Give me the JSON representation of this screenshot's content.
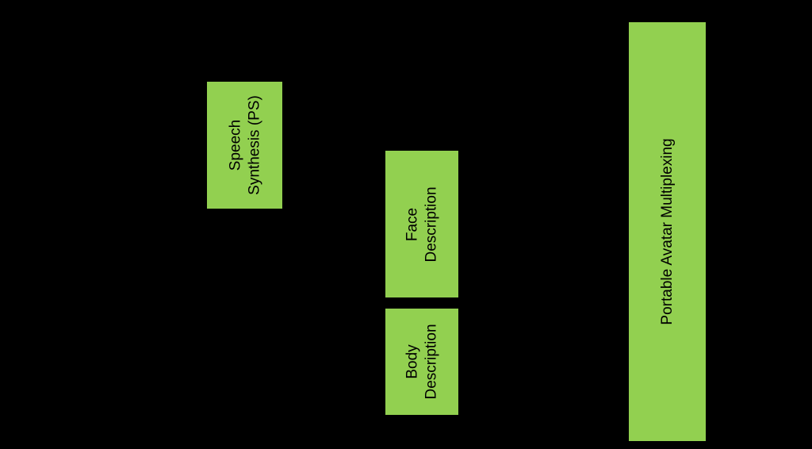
{
  "diagram": {
    "background_color": "#000000",
    "box_fill_color": "#92d050",
    "box_text_color": "#000000",
    "boxes": [
      {
        "id": "speech-synthesis",
        "label": "Speech\nSynthesis (PS)"
      },
      {
        "id": "face-description",
        "label": "Face\nDescription"
      },
      {
        "id": "body-description",
        "label": "Body\nDescription"
      },
      {
        "id": "portable-avatar-multiplexing",
        "label": "Portable Avatar Multiplexing"
      }
    ]
  }
}
